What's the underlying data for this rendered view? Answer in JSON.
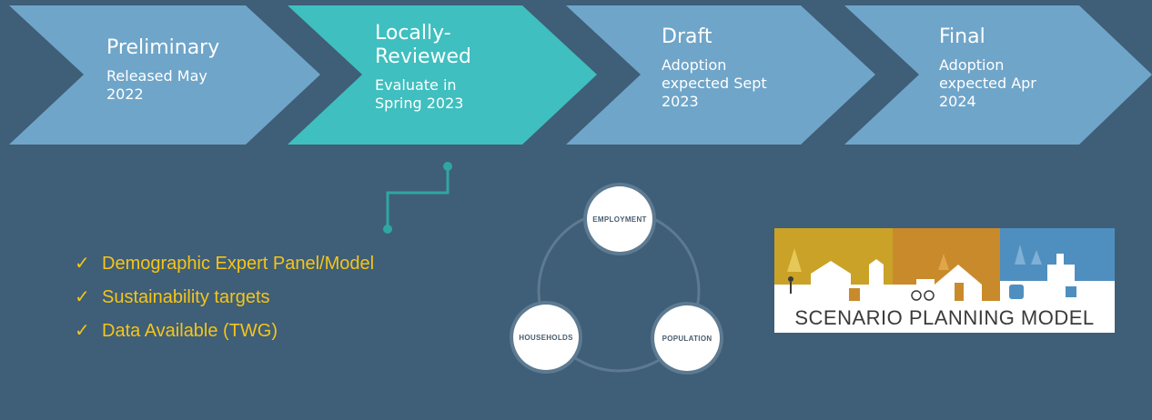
{
  "process": {
    "steps": [
      {
        "title": "Preliminary",
        "subtitle": "Released May\n2022",
        "color": "#6fa5c9"
      },
      {
        "title": "Locally-\nReviewed",
        "subtitle": "Evaluate in\nSpring 2023",
        "color": "#3fbfbf"
      },
      {
        "title": "Draft",
        "subtitle": "Adoption\nexpected Sept\n2023",
        "color": "#6fa5c9"
      },
      {
        "title": "Final",
        "subtitle": "Adoption\nexpected Apr\n2024",
        "color": "#6fa5c9"
      }
    ]
  },
  "checklist": {
    "check_icon": "check-icon",
    "items": [
      "Demographic Expert Panel/Model",
      "Sustainability targets",
      "Data Available (TWG)"
    ],
    "color": "#f5c518"
  },
  "cycle": {
    "nodes": [
      "EMPLOYMENT",
      "HOUSEHOLDS",
      "POPULATION"
    ]
  },
  "logo": {
    "caption": "SCENARIO PLANNING MODEL",
    "band_colors": [
      "#c9a227",
      "#c98a2b",
      "#4f8fbf"
    ]
  },
  "colors": {
    "background": "#3f5e77",
    "connector": "#2fa7a0"
  }
}
